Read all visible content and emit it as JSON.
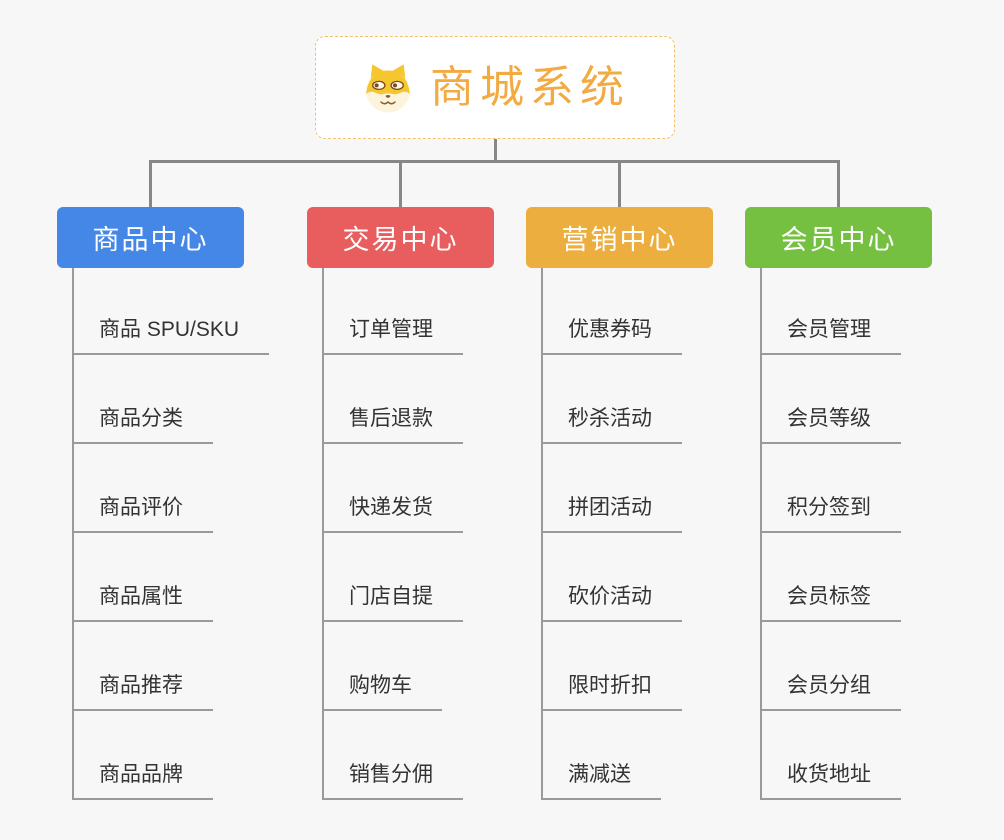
{
  "root": {
    "title": "商城系统",
    "icon": "shiba-dog-icon",
    "accent_color": "#f2ab42",
    "border_color": "#f5c06a"
  },
  "connector_color": "#878787",
  "subline_color": "#9a9a9a",
  "branches": [
    {
      "label": "商品中心",
      "color": "#4587e6",
      "items": [
        "商品 SPU/SKU",
        "商品分类",
        "商品评价",
        "商品属性",
        "商品推荐",
        "商品品牌"
      ]
    },
    {
      "label": "交易中心",
      "color": "#e85d5d",
      "items": [
        "订单管理",
        "售后退款",
        "快递发货",
        "门店自提",
        "购物车",
        "销售分佣"
      ]
    },
    {
      "label": "营销中心",
      "color": "#ecae3e",
      "items": [
        "优惠券码",
        "秒杀活动",
        "拼团活动",
        "砍价活动",
        "限时折扣",
        "满减送"
      ]
    },
    {
      "label": "会员中心",
      "color": "#75bf41",
      "items": [
        "会员管理",
        "会员等级",
        "积分签到",
        "会员标签",
        "会员分组",
        "收货地址"
      ]
    }
  ]
}
